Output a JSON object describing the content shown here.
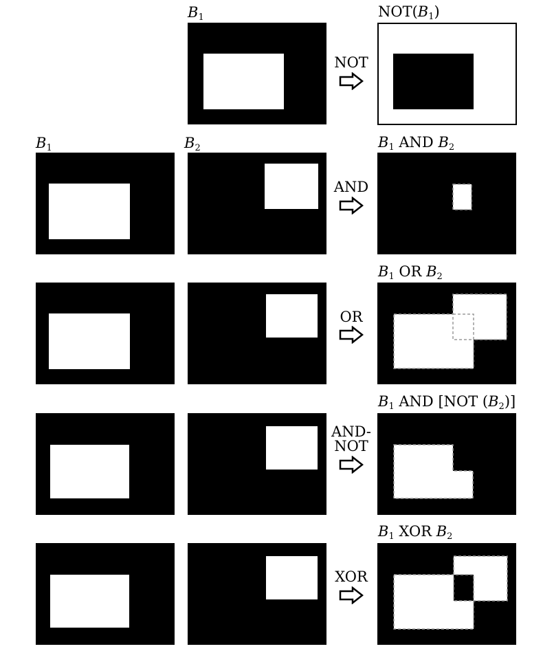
{
  "rows": [
    {
      "operator": "NOT",
      "input_labels": [
        "B1"
      ],
      "result_label": "NOT(B1)"
    },
    {
      "operator": "AND",
      "input_labels": [
        "B1",
        "B2"
      ],
      "result_label": "B1 AND B2"
    },
    {
      "operator": "OR",
      "input_labels": [],
      "result_label": "B1 OR B2"
    },
    {
      "operator": "AND-NOT",
      "input_labels": [],
      "result_label": "B1 AND [NOT (B2)]"
    },
    {
      "operator": "XOR",
      "input_labels": [],
      "result_label": "B1 XOR B2"
    }
  ],
  "colors": {
    "foreground": "#ffffff",
    "background": "#000000",
    "outline": "#9a9a9a"
  }
}
